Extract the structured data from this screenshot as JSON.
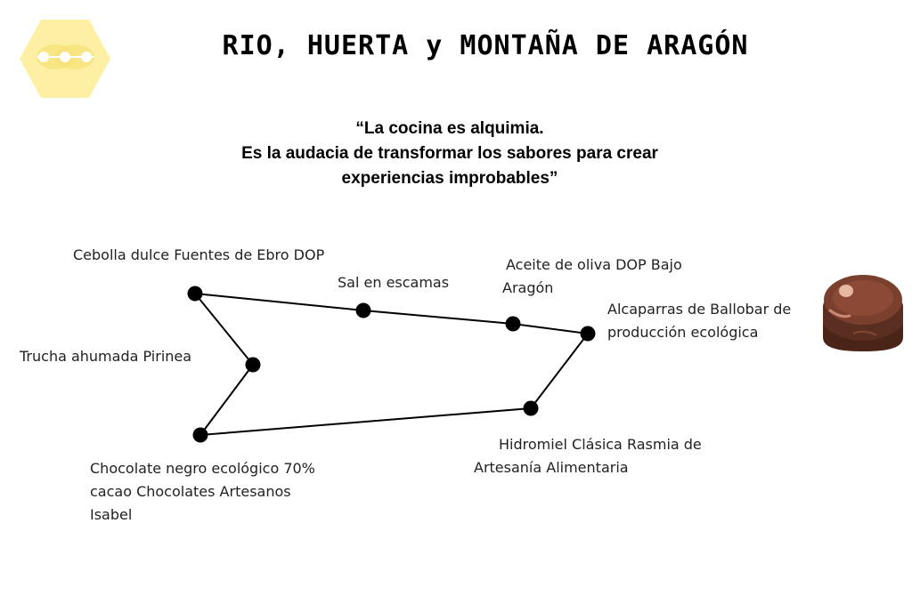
{
  "header": {
    "title": "RIO, HUERTA y MONTAÑA DE ARAGÓN"
  },
  "quote": {
    "line1": "“La cocina es alquimia.",
    "line2": "Es la audacia de transformar los sabores para crear",
    "line3": "experiencias improbables”"
  },
  "nodes": [
    {
      "id": "cebolla",
      "lines": [
        "Cebolla dulce Fuentes de Ebro DOP"
      ]
    },
    {
      "id": "sal",
      "lines": [
        "Sal en escamas"
      ]
    },
    {
      "id": "aceite",
      "lines": [
        "Aceite de oliva DOP Bajo",
        "Aragón"
      ]
    },
    {
      "id": "alcaparras",
      "lines": [
        "Alcaparras de Ballobar de",
        "producción ecológica"
      ]
    },
    {
      "id": "hidromiel",
      "lines": [
        "Hidromiel Clásica Rasmia de",
        "Artesanía Alimentaria"
      ]
    },
    {
      "id": "chocolate",
      "lines": [
        "Chocolate negro ecológico 70%",
        "cacao Chocolates Artesanos",
        "Isabel"
      ]
    },
    {
      "id": "trucha",
      "lines": [
        "Trucha ahumada Pirinea"
      ]
    }
  ],
  "colors": {
    "logo_hex": "#fdf0a4",
    "logo_accent": "#f6e27a",
    "chocolate": "#5a2e20"
  },
  "icons": {
    "logo": "hexagon-logo-icon",
    "decoration": "chocolate-bonbon-icon"
  }
}
